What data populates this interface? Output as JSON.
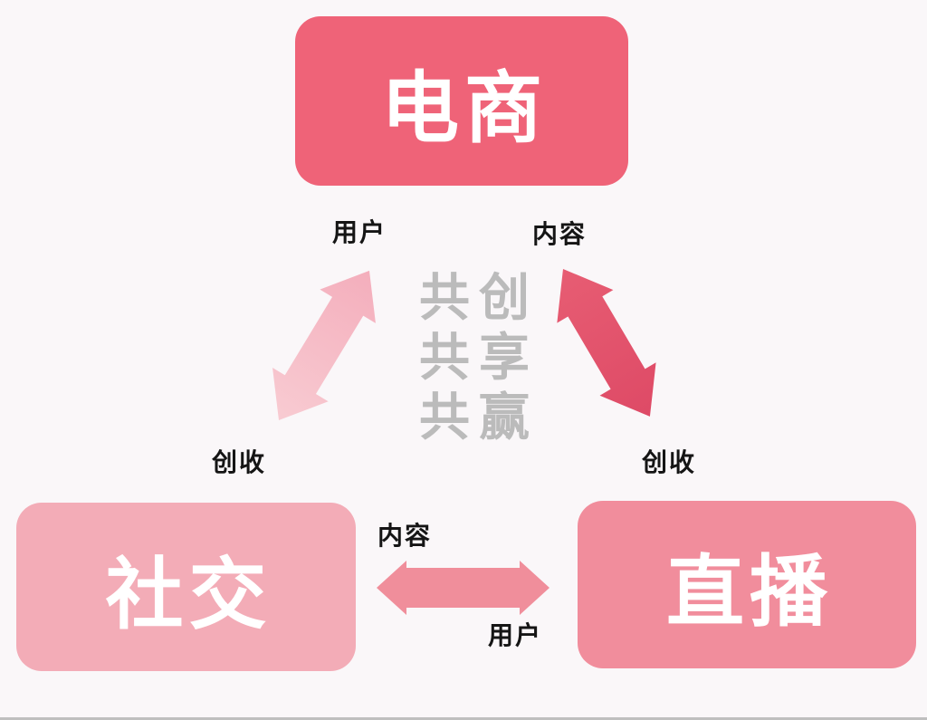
{
  "background": "#FAF7F9",
  "nodes": {
    "ecommerce": {
      "label": "电商",
      "color": "#EF6378"
    },
    "social": {
      "label": "社交",
      "color": "#F3ACB7"
    },
    "live": {
      "label": "直播",
      "color": "#F18D9C"
    }
  },
  "center_motto": {
    "lines": [
      "共创",
      "共享",
      "共赢"
    ],
    "color": "#BBBBBB"
  },
  "edge_labels": {
    "ecommerce_social_top": "用户",
    "ecommerce_social_bottom": "创收",
    "ecommerce_live_top": "内容",
    "ecommerce_live_bottom": "创收",
    "social_live_top": "内容",
    "social_live_bottom": "用户"
  },
  "arrows": {
    "ecommerce_social": {
      "color_start": "#F8CBD2",
      "color_end": "#F4AEBC"
    },
    "ecommerce_live": {
      "color_start": "#E75D73",
      "color_end": "#DE4A66"
    },
    "social_live": {
      "color": "#F08E9B"
    }
  }
}
